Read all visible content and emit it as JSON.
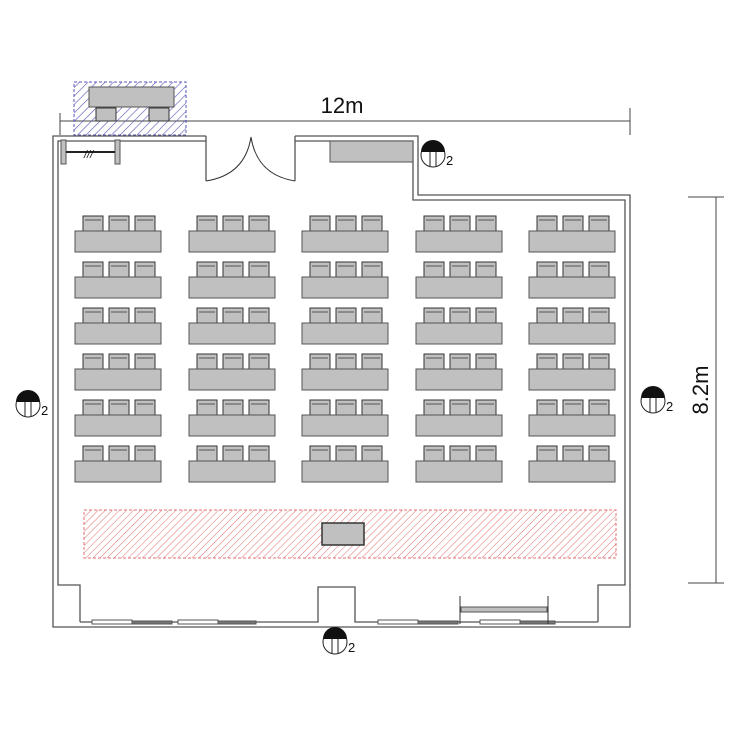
{
  "plan": {
    "width_label": "12m",
    "depth_label": "8.2m",
    "outlet_count_label": "2",
    "layout": {
      "desk_columns": 5,
      "desk_rows": 6,
      "chairs_per_desk": 3
    },
    "icons": [
      "power-outlet-icon",
      "door-swing-icon",
      "window-icon",
      "podium-icon",
      "stage-area",
      "storage-cabinet-icon"
    ],
    "colors": {
      "furniture": "#c0c0c0",
      "wall": "#555555",
      "stage_hatch": "#e07070",
      "storage_hatch": "#5a5ab8"
    }
  }
}
